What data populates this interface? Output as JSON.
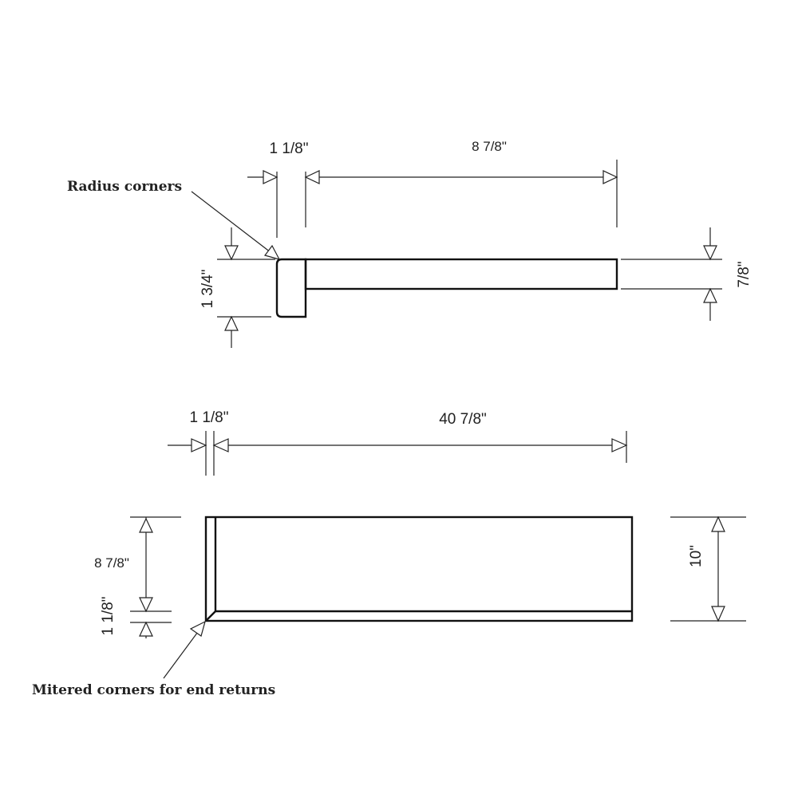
{
  "top_view": {
    "callout": "Radius corners",
    "dim_width_small": "1 1/8\"",
    "dim_width_long": "8 7/8\"",
    "dim_height_left": "1 3/4\"",
    "dim_height_right": "7/8\""
  },
  "bottom_view": {
    "callout": "Mitered corners for end returns",
    "dim_width_small": "1 1/8\"",
    "dim_width_long": "40 7/8\"",
    "dim_height_main": "8 7/8\"",
    "dim_height_small": "1 1/8\"",
    "dim_height_total": "10\""
  }
}
